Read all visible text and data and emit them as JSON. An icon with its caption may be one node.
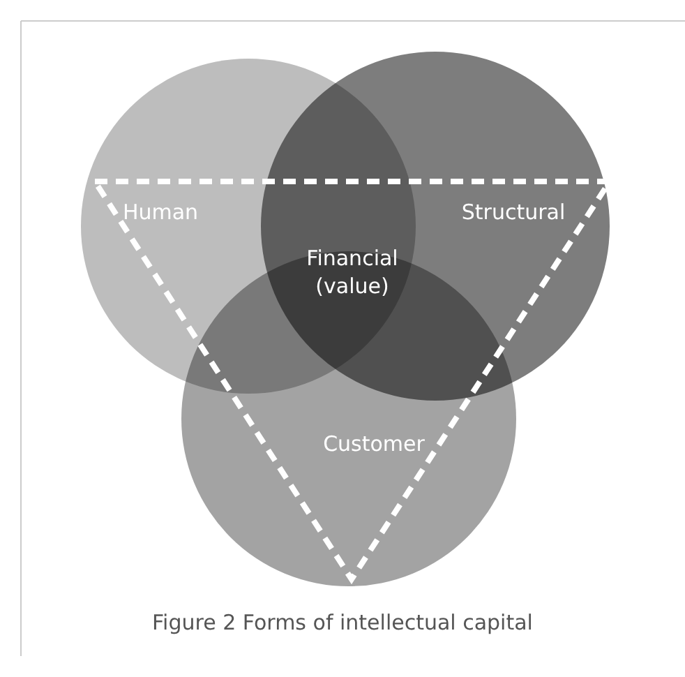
{
  "diagram": {
    "caption": "Figure 2 Forms of intellectual capital",
    "nodes": [
      {
        "text": [
          "Human"
        ]
      },
      {
        "text": [
          "Structural"
        ]
      },
      {
        "text": [
          "Customer"
        ]
      },
      {
        "text": [
          "Financial (value)"
        ]
      }
    ]
  }
}
